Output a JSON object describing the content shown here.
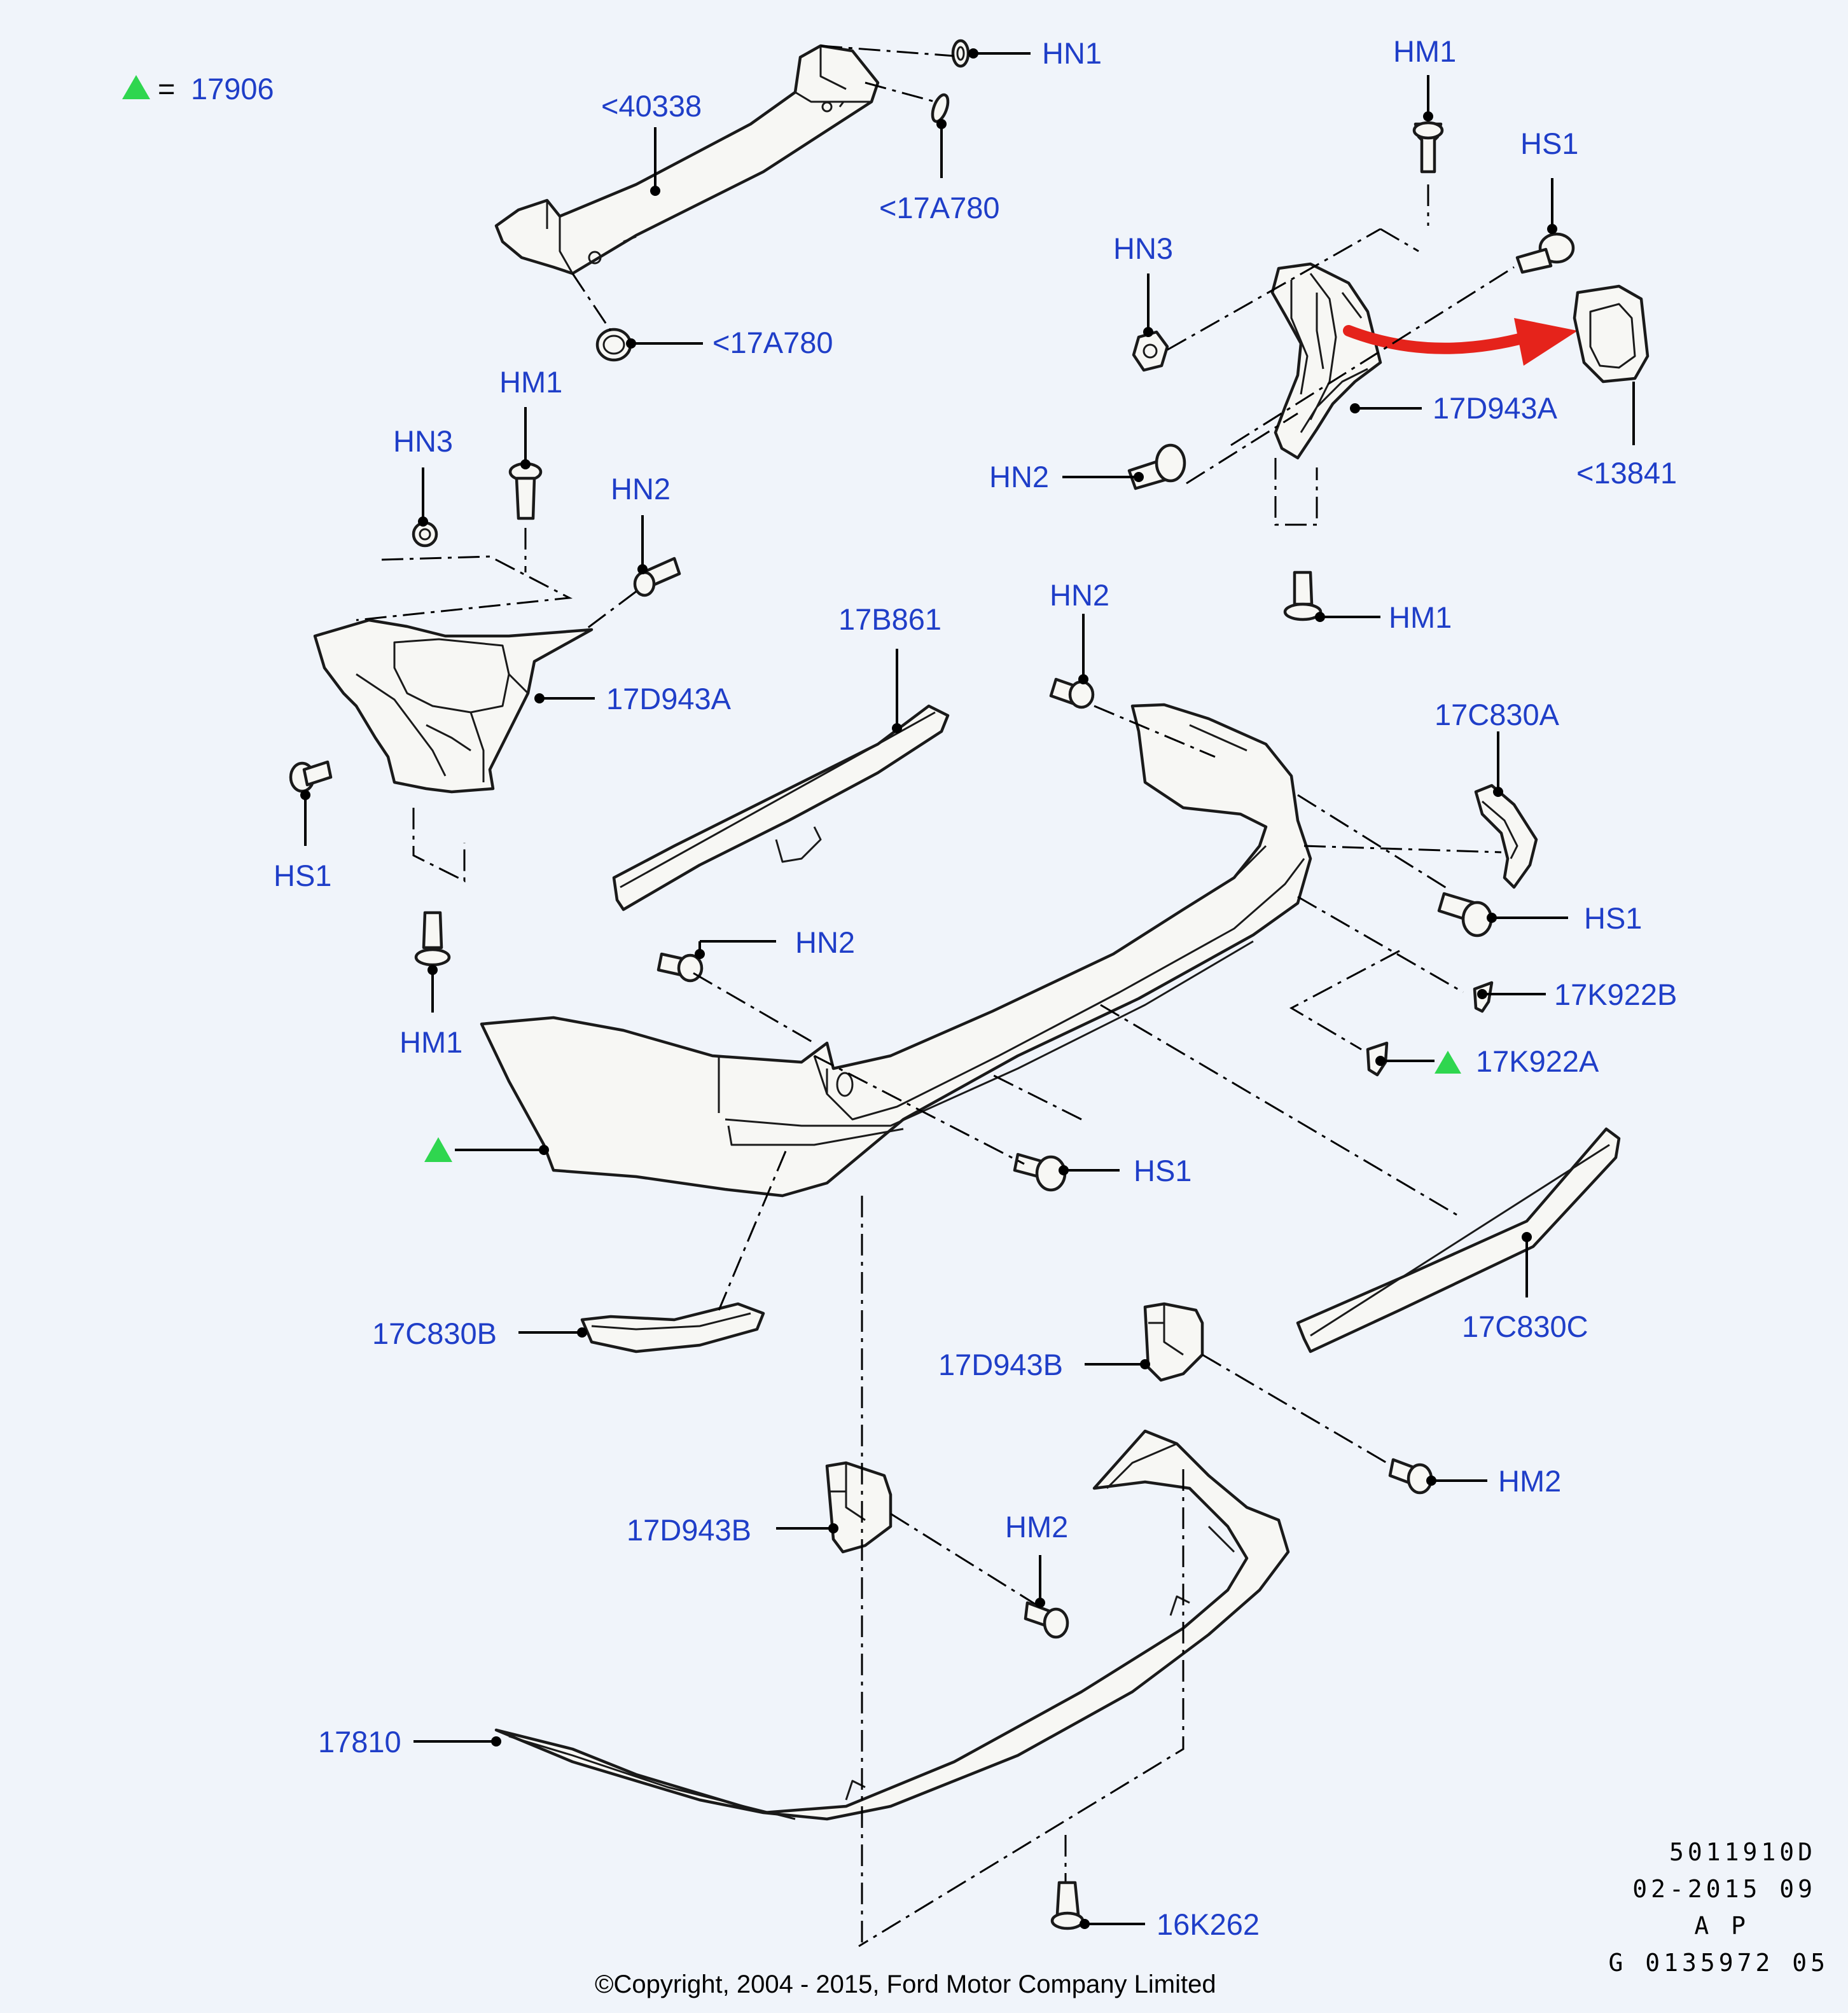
{
  "legend": {
    "equals": "=",
    "value": "17906"
  },
  "labels": {
    "hn1_top": "HN1",
    "p40338": "<40338",
    "p17a780_top": "<17A780",
    "p17a780_mid": "<17A780",
    "hm1_tr": "HM1",
    "hs1_tr": "HS1",
    "hn3_tr": "HN3",
    "p17d943a_r": "17D943A",
    "p13841": "<13841",
    "hn2_tr": "HN2",
    "hm1_r2": "HM1",
    "hm1_l": "HM1",
    "hn3_l": "HN3",
    "hn2_l": "HN2",
    "p17d943a_l": "17D943A",
    "hs1_l": "HS1",
    "hm1_l2": "HM1",
    "p17b861": "17B861",
    "hn2_mid": "HN2",
    "p17c830a": "17C830A",
    "hs1_r": "HS1",
    "p17k922b": "17K922B",
    "p17k922a": "17K922A",
    "hn2_lm": "HN2",
    "hs1_mid": "HS1",
    "p17c830b": "17C830B",
    "p17c830c": "17C830C",
    "p17d943b_r": "17D943B",
    "hm2_r": "HM2",
    "p17d943b_l": "17D943B",
    "hm2_l": "HM2",
    "p17810": "17810",
    "p16k262": "16K262"
  },
  "meta": {
    "line1": "5011910D",
    "line2": "02-2015 09",
    "line3": "A P",
    "line4": "G 0135972 05"
  },
  "copyright": "©Copyright, 2004 - 2015, Ford Motor Company Limited",
  "colors": {
    "label": "#1f3ec8",
    "marker": "#2fd64f",
    "arrow": "#e5231b",
    "background": "#f0f4fa"
  },
  "markers": {
    "triangle": "green-triangle-icon",
    "arrow": "red-arrow-icon"
  }
}
